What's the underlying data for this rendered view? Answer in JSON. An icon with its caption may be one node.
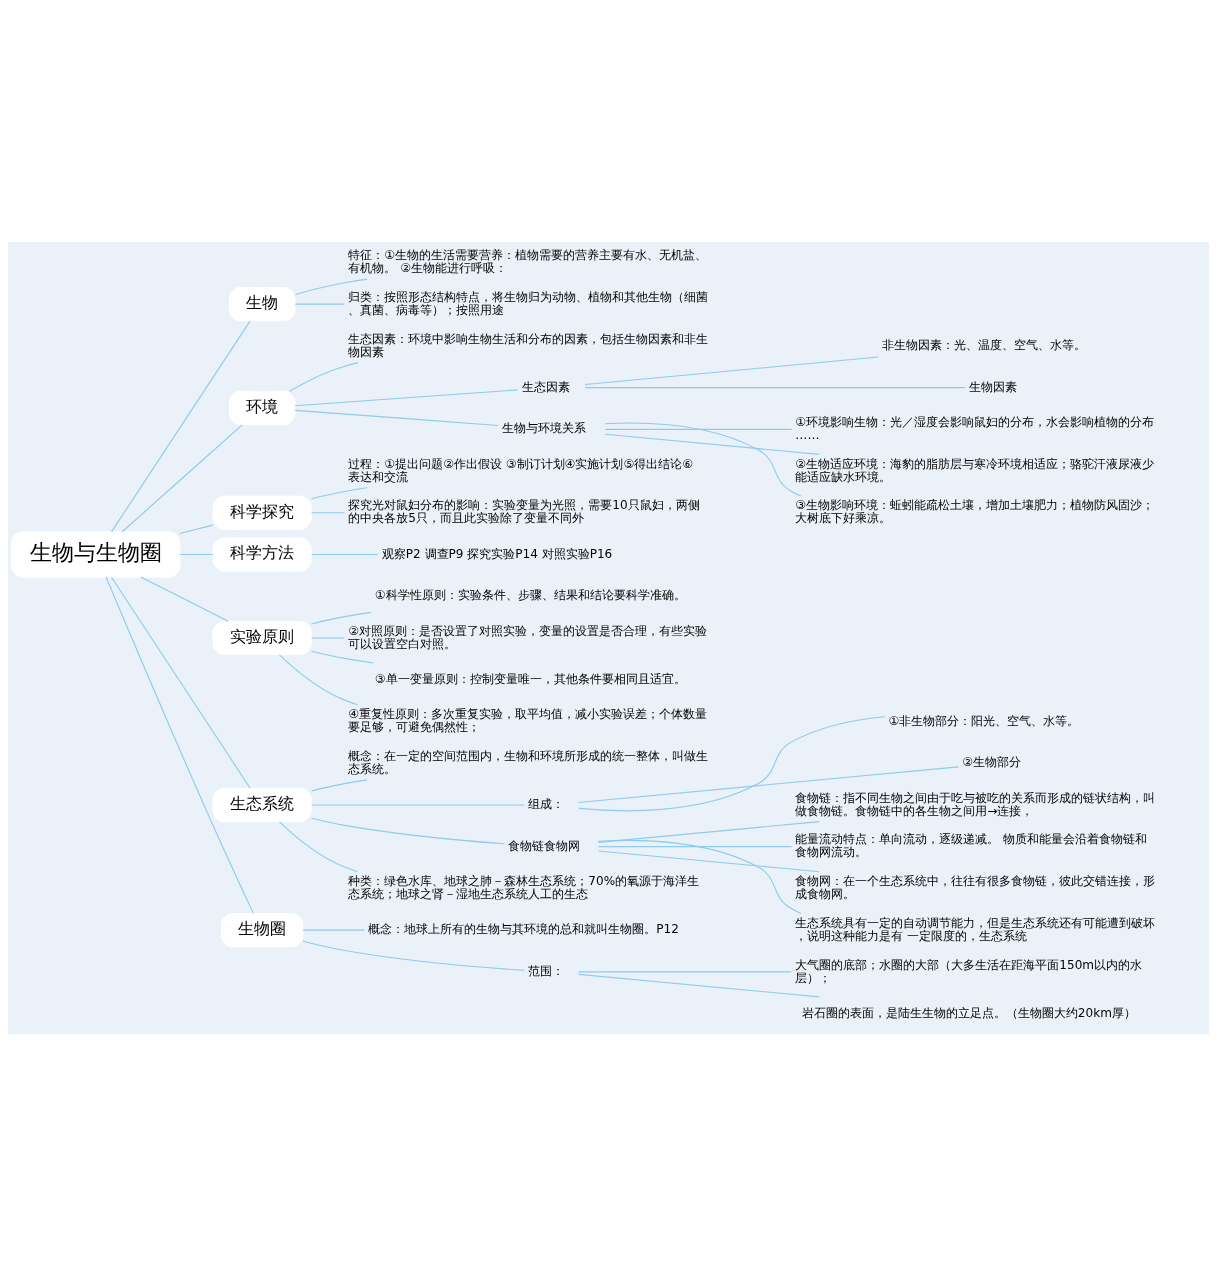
{
  "diagram": {
    "nodes": [
      {
        "text": [
          "生物与生物圈"
        ]
      },
      {
        "text": [
          "生物"
        ]
      },
      {
        "text": [
          "特征：①生物的生活需要营养：植物需要的营养主要有水、无机盐、有机物。 ②生物能进行呼吸："
        ]
      },
      {
        "text": [
          "归类：按照形态结构特点，将生物归为动物、植物和其他生物（细菌、真菌、病毒等）；按照用途"
        ]
      },
      {
        "text": [
          "环境"
        ]
      },
      {
        "text": [
          "生态因素：环境中影响生物生活和分布的因素，包括生物因素和非生物因素"
        ]
      },
      {
        "text": [
          "生态因素"
        ]
      },
      {
        "text": [
          "非生物因素：光、温度、空气、水等。"
        ]
      },
      {
        "text": [
          "生物因素"
        ]
      },
      {
        "text": [
          "生物与环境关系"
        ]
      },
      {
        "text": [
          "①环境影响生物：光／湿度会影响鼠妇的分布，水会影响植物的分布……"
        ]
      },
      {
        "text": [
          "②生物适应环境：海豹的脂肪层与寒冷环境相适应；骆驼汗液尿液少能适应缺水环境。"
        ]
      },
      {
        "text": [
          "③生物影响环境：蚯蚓能疏松土壤，增加土壤肥力；植物防风固沙；大树底下好乘凉。"
        ]
      },
      {
        "text": [
          "科学探究"
        ]
      },
      {
        "text": [
          "过程：①提出问题②作出假设 ③制订计划④实施计划⑤得出结论⑥表达和交流"
        ]
      },
      {
        "text": [
          "探究光对鼠妇分布的影响：实验变量为光照，需要10只鼠妇，两侧的中央各放5只，而且此实验除了变量不同外"
        ]
      },
      {
        "text": [
          "科学方法"
        ]
      },
      {
        "text": [
          "观察P2 调查P9 探究实验P14 对照实验P16"
        ]
      },
      {
        "text": [
          "实验原则"
        ]
      },
      {
        "text": [
          "①科学性原则：实验条件、步骤、结果和结论要科学准确。"
        ]
      },
      {
        "text": [
          "②对照原则：是否设置了对照实验，变量的设置是否合理，有些实验可以设置空白对照。"
        ]
      },
      {
        "text": [
          "③单一变量原则：控制变量唯一，其他条件要相同且适宜。"
        ]
      },
      {
        "text": [
          "④重复性原则：多次重复实验，取平均值，减小实验误差；个体数量要足够，可避免偶然性；"
        ]
      },
      {
        "text": [
          "生态系统"
        ]
      },
      {
        "text": [
          "概念：在一定的空间范围内，生物和环境所形成的统一整体，叫做生态系统。"
        ]
      },
      {
        "text": [
          "组成："
        ]
      },
      {
        "text": [
          "①非生物部分：阳光、空气、水等。"
        ]
      },
      {
        "text": [
          "②生物部分"
        ]
      },
      {
        "text": [
          "食物链食物网"
        ]
      },
      {
        "text": [
          "食物链：指不同生物之间由于吃与被吃的关系而形成的链状结构，叫做食物链。食物链中的各生物之间用→连接，"
        ]
      },
      {
        "text": [
          "能量流动特点：单向流动，逐级递减。 物质和能量会沿着食物链和食物网流动。"
        ]
      },
      {
        "text": [
          "食物网：在一个生态系统中，往往有很多食物链，彼此交错连接，形成食物网。"
        ]
      },
      {
        "text": [
          "生态系统具有一定的自动调节能力，但是生态系统还有可能遭到破坏，说明这种能力是有 一定限度的，生态系统"
        ]
      },
      {
        "text": [
          "种类：绿色水库、地球之肺－森林生态系统；70%的氧源于海洋生态系统；地球之肾－湿地生态系统人工的生态"
        ]
      },
      {
        "text": [
          "生物圈"
        ]
      },
      {
        "text": [
          "概念：地球上所有的生物与其环境的总和就叫生物圈。P12"
        ]
      },
      {
        "text": [
          "范围："
        ]
      },
      {
        "text": [
          "大气圈的底部；水圈的大部（大多生活在距海平面150m以内的水层）；"
        ]
      },
      {
        "text": [
          "岩石圈的表面，是陆生生物的立足点。（生物圈大约20km厚）"
        ]
      }
    ],
    "edges": [
      {
        "from": 0,
        "to": 1,
        "arrow": "none"
      },
      {
        "from": 1,
        "to": 2,
        "arrow": "none"
      },
      {
        "from": 1,
        "to": 3,
        "arrow": "none"
      },
      {
        "from": 0,
        "to": 4,
        "arrow": "none"
      },
      {
        "from": 4,
        "to": 5,
        "arrow": "none"
      },
      {
        "from": 4,
        "to": 6,
        "arrow": "none"
      },
      {
        "from": 6,
        "to": 7,
        "arrow": "none"
      },
      {
        "from": 6,
        "to": 8,
        "arrow": "none"
      },
      {
        "from": 4,
        "to": 9,
        "arrow": "none"
      },
      {
        "from": 9,
        "to": 10,
        "arrow": "none"
      },
      {
        "from": 9,
        "to": 11,
        "arrow": "none"
      },
      {
        "from": 9,
        "to": 12,
        "arrow": "none"
      },
      {
        "from": 0,
        "to": 13,
        "arrow": "none"
      },
      {
        "from": 13,
        "to": 14,
        "arrow": "none"
      },
      {
        "from": 13,
        "to": 15,
        "arrow": "none"
      },
      {
        "from": 0,
        "to": 16,
        "arrow": "none"
      },
      {
        "from": 16,
        "to": 17,
        "arrow": "none"
      },
      {
        "from": 0,
        "to": 18,
        "arrow": "none"
      },
      {
        "from": 18,
        "to": 19,
        "arrow": "none"
      },
      {
        "from": 18,
        "to": 20,
        "arrow": "none"
      },
      {
        "from": 18,
        "to": 21,
        "arrow": "none"
      },
      {
        "from": 18,
        "to": 22,
        "arrow": "none"
      },
      {
        "from": 0,
        "to": 23,
        "arrow": "none"
      },
      {
        "from": 23,
        "to": 24,
        "arrow": "none"
      },
      {
        "from": 23,
        "to": 25,
        "arrow": "none"
      },
      {
        "from": 25,
        "to": 26,
        "arrow": "none"
      },
      {
        "from": 25,
        "to": 27,
        "arrow": "none"
      },
      {
        "from": 23,
        "to": 28,
        "arrow": "none"
      },
      {
        "from": 28,
        "to": 29,
        "arrow": "none"
      },
      {
        "from": 28,
        "to": 30,
        "arrow": "none"
      },
      {
        "from": 28,
        "to": 31,
        "arrow": "none"
      },
      {
        "from": 28,
        "to": 32,
        "arrow": "none"
      },
      {
        "from": 23,
        "to": 33,
        "arrow": "none"
      },
      {
        "from": 0,
        "to": 34,
        "arrow": "none"
      },
      {
        "from": 34,
        "to": 35,
        "arrow": "none"
      },
      {
        "from": 34,
        "to": 36,
        "arrow": "none"
      },
      {
        "from": 36,
        "to": 37,
        "arrow": "none"
      },
      {
        "from": 36,
        "to": 38,
        "arrow": "none"
      }
    ]
  }
}
